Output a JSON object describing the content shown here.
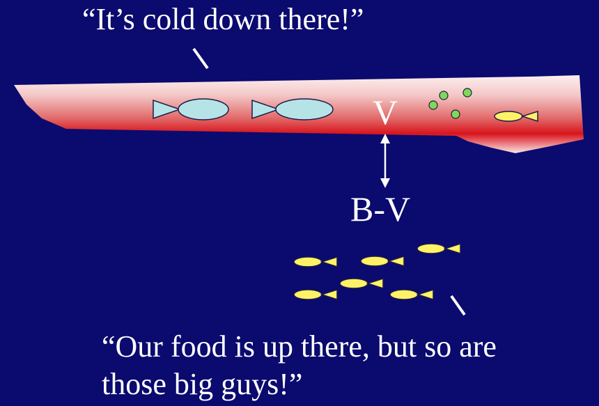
{
  "colors": {
    "background": "#0b0a6e",
    "layer_top": "#fbe6e6",
    "layer_core": "#d8141c",
    "big_fish": "#b6e4e6",
    "small_fish": "#fff266",
    "plankton": "#7ed957",
    "text": "#ffffff"
  },
  "quote_top": "“It’s cold down there!”",
  "label_v": "V",
  "label_bv": "B-V",
  "quote_bottom": "“Our food is up there, but so are those big guys!”",
  "icons": {
    "big_fish": "big-fish-icon",
    "small_fish": "small-fish-icon",
    "plankton": "plankton-icon",
    "arrow": "double-arrow-icon"
  }
}
